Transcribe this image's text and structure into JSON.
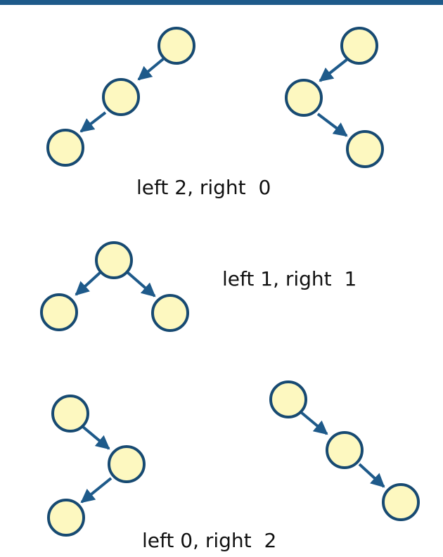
{
  "captions": {
    "left2_right0": "left 2, right  0",
    "left1_right1": "left 1, right  1",
    "left0_right2": "left 0, right  2"
  },
  "colors": {
    "node_fill": "#fdf8c0",
    "node_stroke": "#174a72",
    "edge": "#1e5a8a",
    "rule": "#1e5a8a"
  }
}
